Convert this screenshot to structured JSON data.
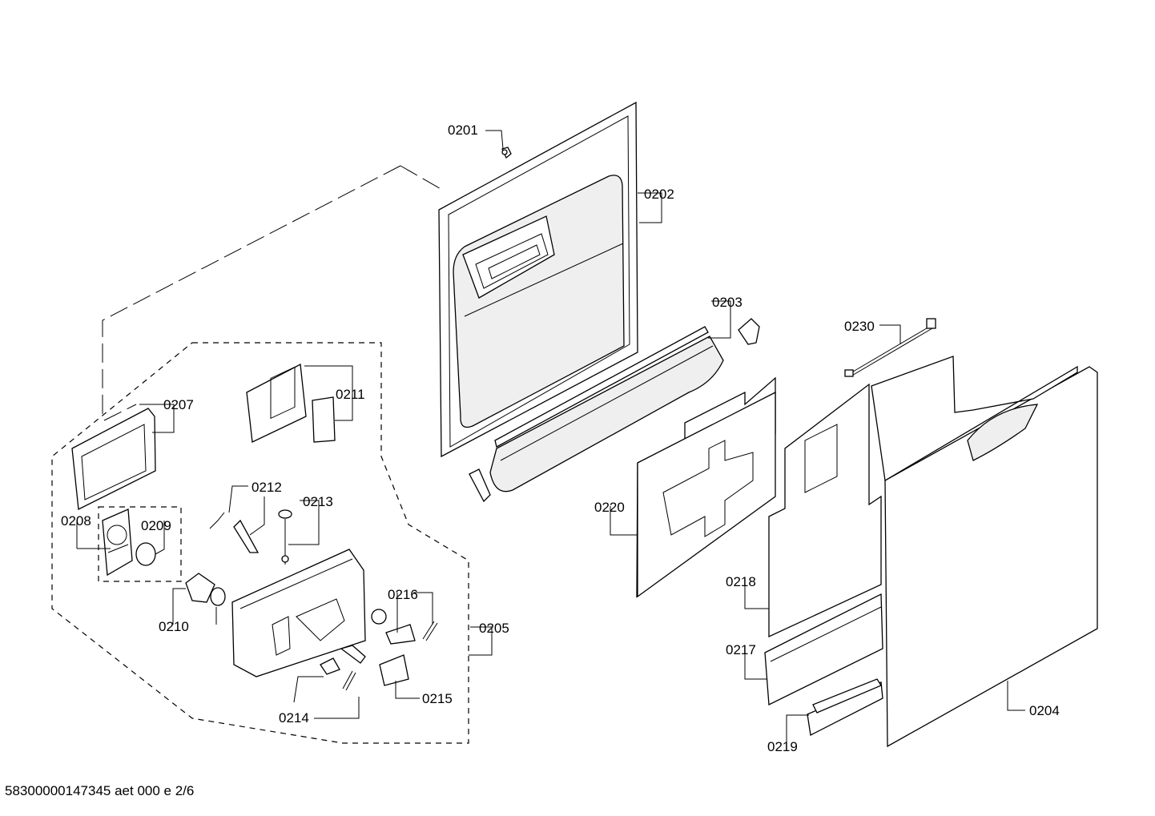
{
  "labels": {
    "p0201": "0201",
    "p0202": "0202",
    "p0203": "0203",
    "p0204": "0204",
    "p0205": "0205",
    "p0207": "0207",
    "p0208": "0208",
    "p0209": "0209",
    "p0210": "0210",
    "p0211": "0211",
    "p0212": "0212",
    "p0213": "0213",
    "p0214": "0214",
    "p0215": "0215",
    "p0216": "0216",
    "p0217": "0217",
    "p0218": "0218",
    "p0219": "0219",
    "p0220": "0220",
    "p0230": "0230"
  },
  "footer": "58300000147345 aet 000 e 2/6"
}
